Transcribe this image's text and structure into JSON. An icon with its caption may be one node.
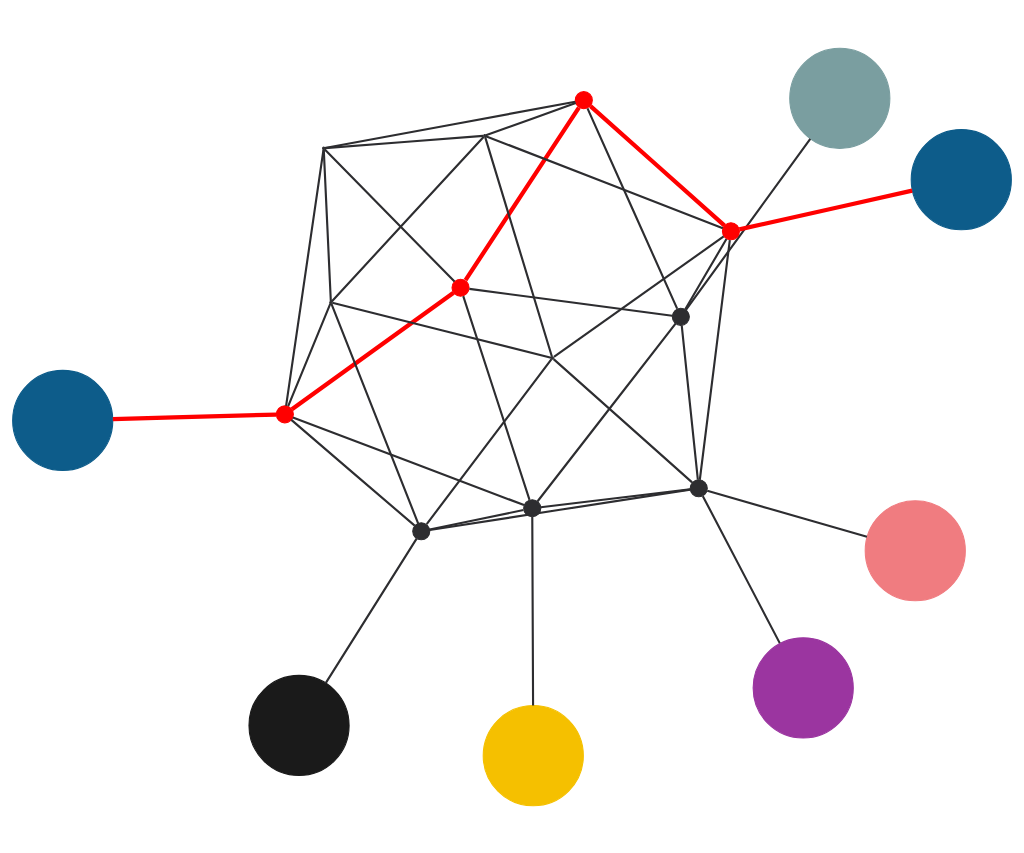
{
  "diagram": {
    "nodes": [
      {
        "text": [],
        "shape": "circle"
      },
      {
        "text": [],
        "shape": "circle"
      },
      {
        "text": [],
        "shape": "circle"
      },
      {
        "text": [],
        "shape": "circle"
      },
      {
        "text": [],
        "shape": "circle"
      },
      {
        "text": [],
        "shape": "circle"
      },
      {
        "text": [],
        "shape": "point"
      },
      {
        "text": [],
        "shape": "point"
      },
      {
        "text": [],
        "shape": "circle"
      },
      {
        "text": [],
        "shape": "circle"
      },
      {
        "text": [],
        "shape": "circle"
      },
      {
        "text": [],
        "shape": "person"
      },
      {
        "text": [],
        "shape": "person"
      },
      {
        "text": [],
        "shape": "circle"
      },
      {
        "text": [],
        "shape": "point"
      },
      {
        "text": [],
        "shape": "point"
      },
      {
        "text": [],
        "shape": "circle"
      },
      {
        "text": [],
        "shape": "circle"
      },
      {
        "text": [],
        "shape": "circle"
      }
    ],
    "edges": [
      {
        "from": 4,
        "to": 3,
        "arrow": "none",
        "style": "thick",
        "color": "#ff0000"
      },
      {
        "from": 3,
        "to": 8,
        "arrow": "none",
        "style": "thick",
        "color": "#ff0000"
      },
      {
        "from": 8,
        "to": 15,
        "arrow": "none"
      },
      {
        "from": 15,
        "to": 16,
        "arrow": "none"
      },
      {
        "from": 16,
        "to": 10,
        "arrow": "none"
      },
      {
        "from": 10,
        "to": 4,
        "arrow": "none",
        "style": "thick",
        "color": "#ff0000"
      },
      {
        "from": 6,
        "to": 7,
        "arrow": "none"
      },
      {
        "from": 7,
        "to": 14,
        "arrow": "none"
      },
      {
        "from": 14,
        "to": 6,
        "arrow": "none"
      },
      {
        "from": 5,
        "to": 9,
        "arrow": "none"
      },
      {
        "from": 9,
        "to": 13,
        "arrow": "none"
      },
      {
        "from": 13,
        "to": 5,
        "arrow": "none"
      },
      {
        "from": 6,
        "to": 4,
        "arrow": "none"
      },
      {
        "from": 6,
        "to": 3,
        "arrow": "none"
      },
      {
        "from": 6,
        "to": 10,
        "arrow": "none"
      },
      {
        "from": 7,
        "to": 3,
        "arrow": "none"
      },
      {
        "from": 7,
        "to": 8,
        "arrow": "none"
      },
      {
        "from": 7,
        "to": 15,
        "arrow": "none"
      },
      {
        "from": 14,
        "to": 15,
        "arrow": "none"
      },
      {
        "from": 14,
        "to": 16,
        "arrow": "none"
      },
      {
        "from": 14,
        "to": 10,
        "arrow": "none"
      },
      {
        "from": 5,
        "to": 4,
        "arrow": "none"
      },
      {
        "from": 5,
        "to": 3,
        "arrow": "none"
      },
      {
        "from": 5,
        "to": 8,
        "arrow": "none"
      },
      {
        "from": 9,
        "to": 10,
        "arrow": "none"
      },
      {
        "from": 9,
        "to": 4,
        "arrow": "none"
      },
      {
        "from": 9,
        "to": 16,
        "arrow": "none"
      },
      {
        "from": 13,
        "to": 8,
        "arrow": "none"
      },
      {
        "from": 13,
        "to": 15,
        "arrow": "none"
      },
      {
        "from": 13,
        "to": 16,
        "arrow": "none"
      },
      {
        "from": 0,
        "to": 9,
        "arrow": "none"
      },
      {
        "from": 1,
        "to": 5,
        "arrow": "none"
      },
      {
        "from": 2,
        "to": 13,
        "arrow": "none"
      },
      {
        "from": 11,
        "to": 10,
        "arrow": "none",
        "style": "thick",
        "color": "#ff0000"
      },
      {
        "from": 12,
        "to": 8,
        "arrow": "none",
        "style": "thick",
        "color": "#ff0000"
      },
      {
        "from": 17,
        "to": 13,
        "arrow": "none"
      },
      {
        "from": 18,
        "to": 16,
        "arrow": "none"
      }
    ]
  }
}
